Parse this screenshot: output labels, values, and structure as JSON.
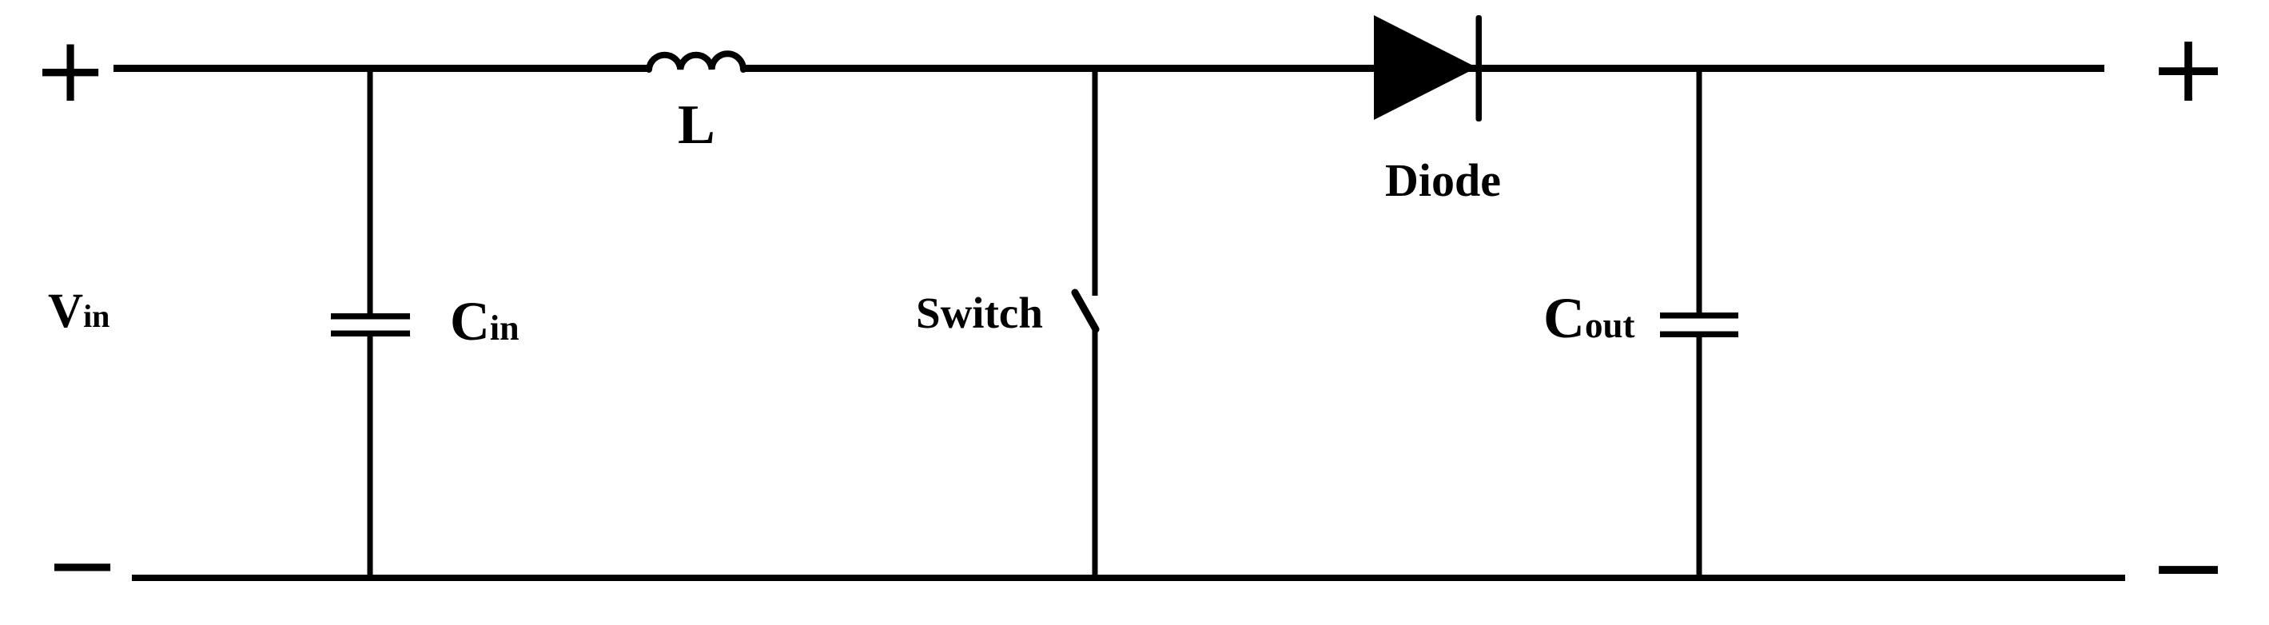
{
  "diagram": {
    "type": "circuit-schematic",
    "colors": {
      "ink": "#000000",
      "background": "#ffffff"
    },
    "labels": {
      "vin": {
        "main": "V",
        "sub": "in"
      },
      "cin": {
        "main": "C",
        "sub": "in"
      },
      "inductor": "L",
      "switch": "Switch",
      "diode": "Diode",
      "cout": {
        "main": "C",
        "sub": "out"
      }
    },
    "terminals": {
      "input_positive": "+",
      "input_negative": "−",
      "output_positive": "+",
      "output_negative": "−"
    },
    "components": {
      "source": "Vin",
      "input_capacitor": "Cin",
      "inductor": "L",
      "switch": "Switch",
      "diode": "Diode",
      "output_capacitor": "Cout"
    }
  }
}
